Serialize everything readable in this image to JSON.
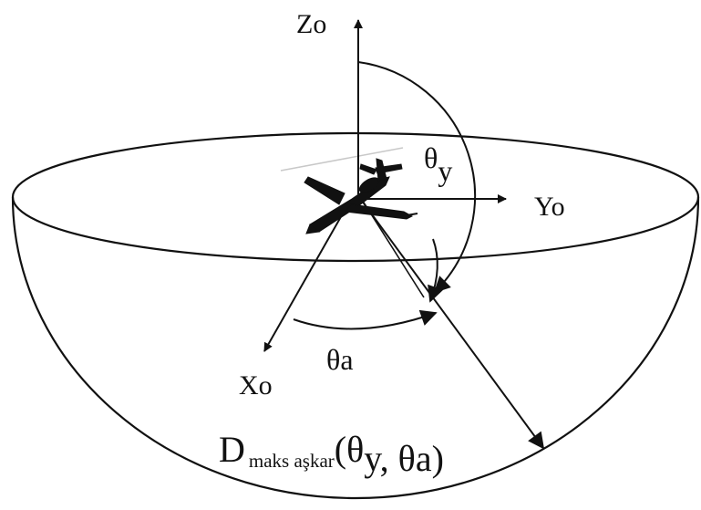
{
  "diagram": {
    "axes": {
      "z_label": "Zo",
      "y_label": "Yo",
      "x_label": "Xo"
    },
    "angles": {
      "theta_y_symbol": "θ",
      "theta_y_suffix": "y",
      "theta_a_label": "θa"
    },
    "range_vector": {
      "main": "D",
      "subscript": "maks aşkar",
      "args_open": "(θ",
      "args_mid": "y, θa)"
    },
    "colors": {
      "ink": "#111111",
      "background": "#ffffff"
    },
    "icons": [
      "aircraft-icon"
    ]
  }
}
